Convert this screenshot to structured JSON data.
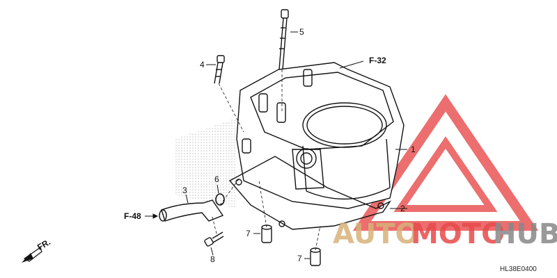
{
  "callouts": {
    "c1": "1",
    "c2": "2",
    "c3": "3",
    "c4": "4",
    "c5": "5",
    "c6": "6",
    "c7a": "7",
    "c7b": "7",
    "c8": "8"
  },
  "refs": {
    "f32": "F-32",
    "f48": "F-48",
    "fr": "FR."
  },
  "diagram_code": "HL38E0400",
  "watermark": {
    "brand_part1": "AUTO",
    "brand_part2": "MOTO",
    "brand_part3": "HUB",
    "color_red": "#e84a4a",
    "color_tan": "#d8b27a",
    "color_gray": "#888888"
  }
}
